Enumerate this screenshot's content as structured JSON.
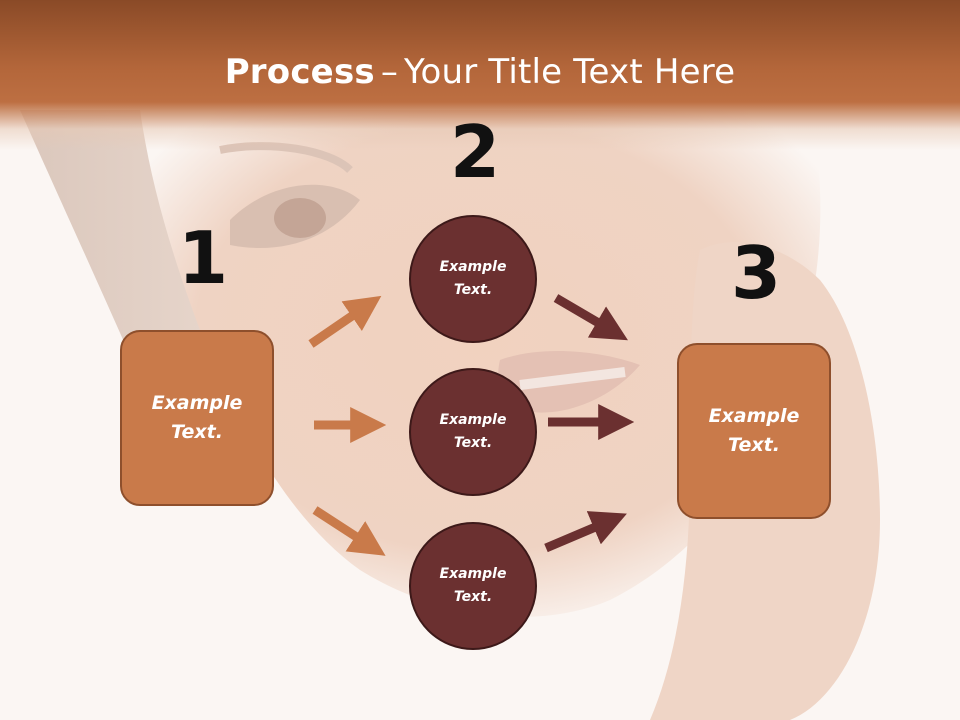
{
  "title": {
    "bold": "Process",
    "separator": "–",
    "rest": "Your Title Text Here"
  },
  "steps": [
    {
      "number": "1",
      "text": "Example Text."
    },
    {
      "number": "2",
      "text": "Example Text."
    },
    {
      "number": "3",
      "text": "Example Text."
    }
  ],
  "circles": [
    {
      "text": "Example Text."
    },
    {
      "text": "Example Text."
    },
    {
      "text": "Example Text."
    }
  ],
  "colors": {
    "banner": "#b3663a",
    "box_fill": "#c97a4a",
    "circle_fill": "#6b3030",
    "arrow_light": "#c97a4a",
    "arrow_dark": "#6b3030"
  },
  "background_image": "faded portrait of a woman touching her cheek"
}
